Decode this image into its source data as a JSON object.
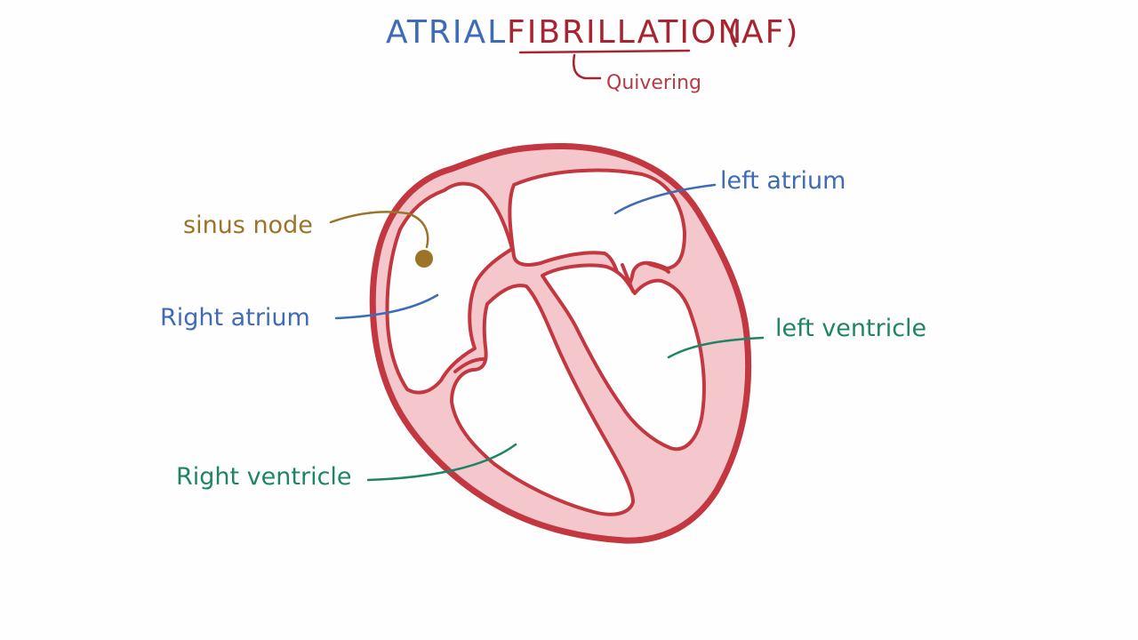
{
  "title": {
    "word1": "ATRIAL",
    "word2": "FIBRILLATION",
    "abbr": "(AF)",
    "note": "Quivering"
  },
  "labels": {
    "sinus_node": "sinus node",
    "right_atrium": "Right atrium",
    "left_atrium": "left atrium",
    "left_ventricle": "left ventricle",
    "right_ventricle": "Right ventricle"
  },
  "colors": {
    "blue": "#3e6bb5",
    "red": "#b52b34",
    "gold": "#9b7428",
    "teal": "#1f8466",
    "wall": "#c33740",
    "wall_fill": "#f3c7cc",
    "background": "#fefefe"
  }
}
